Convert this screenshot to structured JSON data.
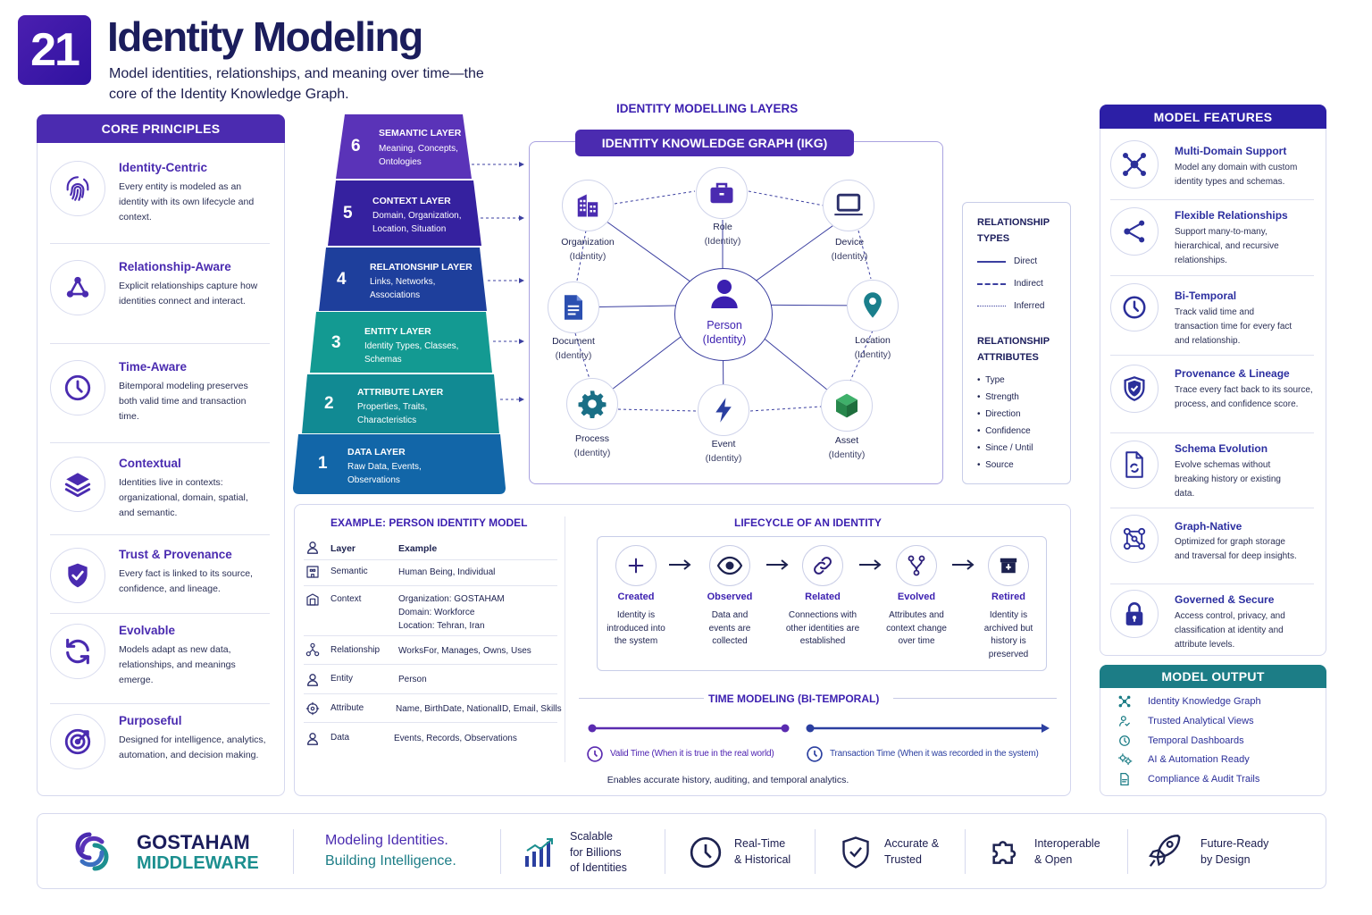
{
  "header": {
    "badge": "21",
    "title": "Identity Modeling",
    "subtitle": "Model identities, relationships, and meaning over time—the core of the Identity Knowledge Graph."
  },
  "core_principles": {
    "heading": "CORE PRINCIPLES",
    "items": [
      {
        "title": "Identity-Centric",
        "desc": "Every entity is modeled as an identity with its own lifecycle and context.",
        "icon": "fingerprint-icon"
      },
      {
        "title": "Relationship-Aware",
        "desc": "Explicit relationships capture how identities connect and interact.",
        "icon": "network-icon"
      },
      {
        "title": "Time-Aware",
        "desc": "Bitemporal modeling preserves both valid time and transaction time.",
        "icon": "clock-icon"
      },
      {
        "title": "Contextual",
        "desc": "Identities live in contexts: organizational, domain, spatial, and semantic.",
        "icon": "layers-icon"
      },
      {
        "title": "Trust & Provenance",
        "desc": "Every fact is linked to its source, confidence, and lineage.",
        "icon": "shield-icon"
      },
      {
        "title": "Evolvable",
        "desc": "Models adapt as new data, relationships, and meanings emerge.",
        "icon": "refresh-icon"
      },
      {
        "title": "Purposeful",
        "desc": "Designed for intelligence, analytics, automation, and decision making.",
        "icon": "target-icon"
      }
    ]
  },
  "layers": {
    "heading": "IDENTITY MODELLING LAYERS",
    "items": [
      {
        "num": "6",
        "title": "SEMANTIC LAYER",
        "desc": "Meaning, Concepts, Ontologies",
        "color": "#5a33b8"
      },
      {
        "num": "5",
        "title": "CONTEXT LAYER",
        "desc": "Domain, Organization, Location, Situation",
        "color": "#35219f"
      },
      {
        "num": "4",
        "title": "RELATIONSHIP LAYER",
        "desc": "Links, Networks, Associations",
        "color": "#1e3f9c"
      },
      {
        "num": "3",
        "title": "ENTITY LAYER",
        "desc": "Identity Types, Classes, Schemas",
        "color": "#139a92"
      },
      {
        "num": "2",
        "title": "ATTRIBUTE LAYER",
        "desc": "Properties, Traits, Characteristics",
        "color": "#118a93"
      },
      {
        "num": "1",
        "title": "DATA LAYER",
        "desc": "Raw Data, Events, Observations",
        "color": "#1266a8"
      }
    ]
  },
  "ikg": {
    "heading": "IDENTITY KNOWLEDGE GRAPH (IKG)",
    "center": {
      "name": "Person",
      "type": "(Identity)"
    },
    "nodes": [
      {
        "name": "Organization",
        "type": "(Identity)",
        "icon": "building-icon"
      },
      {
        "name": "Role",
        "type": "(Identity)",
        "icon": "briefcase-icon"
      },
      {
        "name": "Device",
        "type": "(Identity)",
        "icon": "laptop-icon"
      },
      {
        "name": "Document",
        "type": "(Identity)",
        "icon": "document-icon"
      },
      {
        "name": "Location",
        "type": "(Identity)",
        "icon": "location-pin-icon"
      },
      {
        "name": "Process",
        "type": "(Identity)",
        "icon": "gear-icon"
      },
      {
        "name": "Event",
        "type": "(Identity)",
        "icon": "lightning-icon"
      },
      {
        "name": "Asset",
        "type": "(Identity)",
        "icon": "cube-icon"
      }
    ]
  },
  "relationship_types": {
    "heading": "RELATIONSHIP TYPES",
    "types": [
      "Direct",
      "Indirect",
      "Inferred"
    ],
    "attributes_heading": "RELATIONSHIP ATTRIBUTES",
    "attributes": [
      "Type",
      "Strength",
      "Direction",
      "Confidence",
      "Since / Until",
      "Source"
    ]
  },
  "model_features": {
    "heading": "MODEL FEATURES",
    "items": [
      {
        "title": "Multi-Domain Support",
        "desc": "Model any domain with custom identity types and schemas.",
        "icon": "hub-icon"
      },
      {
        "title": "Flexible Relationships",
        "desc": "Support many-to-many, hierarchical, and recursive relationships.",
        "icon": "share-icon"
      },
      {
        "title": "Bi-Temporal",
        "desc": "Track valid time and transaction time for every fact and relationship.",
        "icon": "clock-icon"
      },
      {
        "title": "Provenance & Lineage",
        "desc": "Trace every fact back to its source, process, and confidence score.",
        "icon": "shield-check-icon"
      },
      {
        "title": "Schema Evolution",
        "desc": "Evolve schemas without breaking history or existing data.",
        "icon": "file-sync-icon"
      },
      {
        "title": "Graph-Native",
        "desc": "Optimized for graph storage and traversal for deep insights.",
        "icon": "graph-icon"
      },
      {
        "title": "Governed & Secure",
        "desc": "Access control, privacy, and classification at identity and attribute levels.",
        "icon": "lock-icon"
      }
    ]
  },
  "model_output": {
    "heading": "MODEL OUTPUT",
    "items": [
      "Identity Knowledge Graph",
      "Trusted Analytical Views",
      "Temporal Dashboards",
      "AI & Automation Ready",
      "Compliance & Audit Trails"
    ]
  },
  "example": {
    "heading": "EXAMPLE: PERSON IDENTITY MODEL",
    "col_layer": "Layer",
    "col_example": "Example",
    "rows": [
      {
        "layer": "Semantic",
        "example": "Human Being, Individual"
      },
      {
        "layer": "Context",
        "example_lines": [
          "Organization: GOSTAHAM",
          "Domain: Workforce",
          "Location: Tehran, Iran"
        ]
      },
      {
        "layer": "Relationship",
        "example": "WorksFor, Manages, Owns, Uses"
      },
      {
        "layer": "Entity",
        "example": "Person"
      },
      {
        "layer": "Attribute",
        "example": "Name, BirthDate, NationalID, Email, Skills"
      },
      {
        "layer": "Data",
        "example": "Events, Records, Observations"
      }
    ]
  },
  "lifecycle": {
    "heading": "LIFECYCLE OF AN IDENTITY",
    "stages": [
      {
        "title": "Created",
        "desc": "Identity is introduced into the system"
      },
      {
        "title": "Observed",
        "desc": "Data and events are collected"
      },
      {
        "title": "Related",
        "desc": "Connections with other identities are established"
      },
      {
        "title": "Evolved",
        "desc": "Attributes and context change over time"
      },
      {
        "title": "Retired",
        "desc": "Identity is archived but history is preserved"
      }
    ]
  },
  "time_modeling": {
    "heading": "TIME MODELING (BI-TEMPORAL)",
    "valid_label": "Valid Time",
    "valid_note": "(When it is true in the real world)",
    "transaction_label": "Transaction Time",
    "transaction_note": "(When it was recorded in the system)",
    "footnote": "Enables accurate history, auditing, and temporal analytics."
  },
  "footer": {
    "brand_line1": "GOSTAHAM",
    "brand_line2": "MIDDLEWARE",
    "tagline1": "Modeling Identities.",
    "tagline2": "Building Intelligence.",
    "features": [
      {
        "lines": [
          "Scalable",
          "for Billions",
          "of Identities"
        ],
        "icon": "bar-chart-icon"
      },
      {
        "lines": [
          "Real-Time",
          "& Historical"
        ],
        "icon": "clock-icon"
      },
      {
        "lines": [
          "Accurate &",
          "Trusted"
        ],
        "icon": "shield-check-icon"
      },
      {
        "lines": [
          "Interoperable",
          "& Open"
        ],
        "icon": "puzzle-icon"
      },
      {
        "lines": [
          "Future-Ready",
          "by Design"
        ],
        "icon": "rocket-icon"
      }
    ]
  },
  "colors": {
    "primary": "#4b2bb0",
    "navy": "#2c1fa6",
    "teal": "#1c7d86",
    "text": "#1b1d5c"
  }
}
